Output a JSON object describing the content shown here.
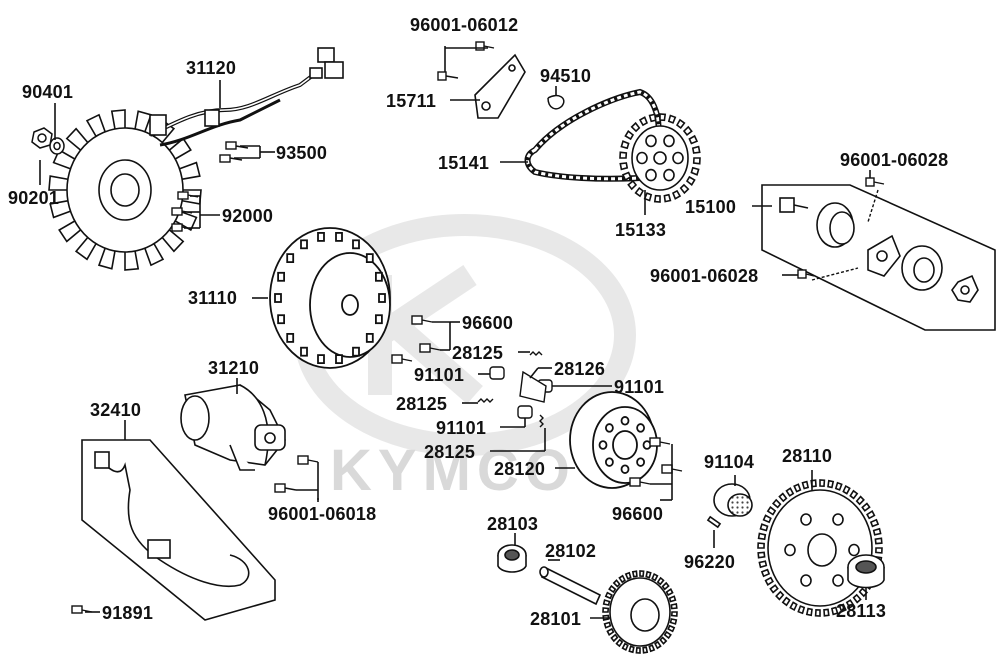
{
  "watermark": "KYMCO",
  "colors": {
    "line": "#111111",
    "watermark": "#d9d9d9",
    "part_fill": "#ffffff",
    "shade": "#9a9a9a"
  },
  "labels": {
    "p31120": "31120",
    "p90401": "90401",
    "p90201": "90201",
    "p93500": "93500",
    "p92000": "92000",
    "p31110": "31110",
    "p31210": "31210",
    "p32410": "32410",
    "p91891": "91891",
    "p96001_06012": "96001-06012",
    "p15711": "15711",
    "p94510": "94510",
    "p15141": "15141",
    "p15133": "15133",
    "p96001_06028_a": "96001-06028",
    "p15100": "15100",
    "p96001_06028_b": "96001-06028",
    "p96600_a": "96600",
    "p28125_a": "28125",
    "p28126": "28126",
    "p91101_a": "91101",
    "p91101_b": "91101",
    "p28125_b": "28125",
    "p91101_c": "91101",
    "p28125_c": "28125",
    "p28120": "28120",
    "p96001_06018": "96001-06018",
    "p91104": "91104",
    "p28110": "28110",
    "p96600_b": "96600",
    "p96220": "96220",
    "p28103": "28103",
    "p28102": "28102",
    "p28101": "28101",
    "p28113": "28113"
  }
}
